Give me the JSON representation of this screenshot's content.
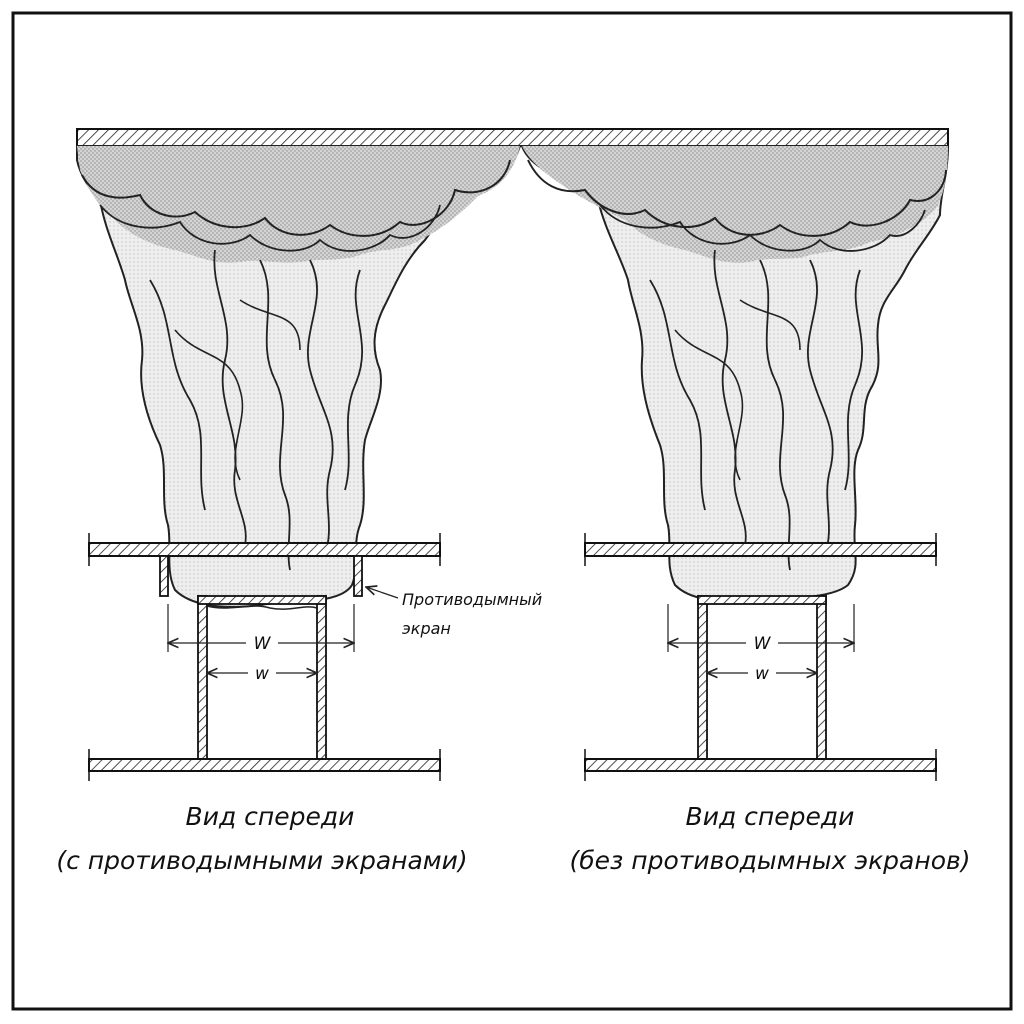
{
  "diagram": {
    "left_view": {
      "dim_outer_label": "W",
      "dim_inner_label": "w",
      "callout": {
        "line1": "Противодымный",
        "line2": "экран"
      },
      "caption_line1": "Вид спереди",
      "caption_line2": "(с противодымными экранами)"
    },
    "right_view": {
      "dim_outer_label": "W",
      "dim_inner_label": "w",
      "caption_line1": "Вид спереди",
      "caption_line2": "(без противодымных экранов)"
    }
  }
}
